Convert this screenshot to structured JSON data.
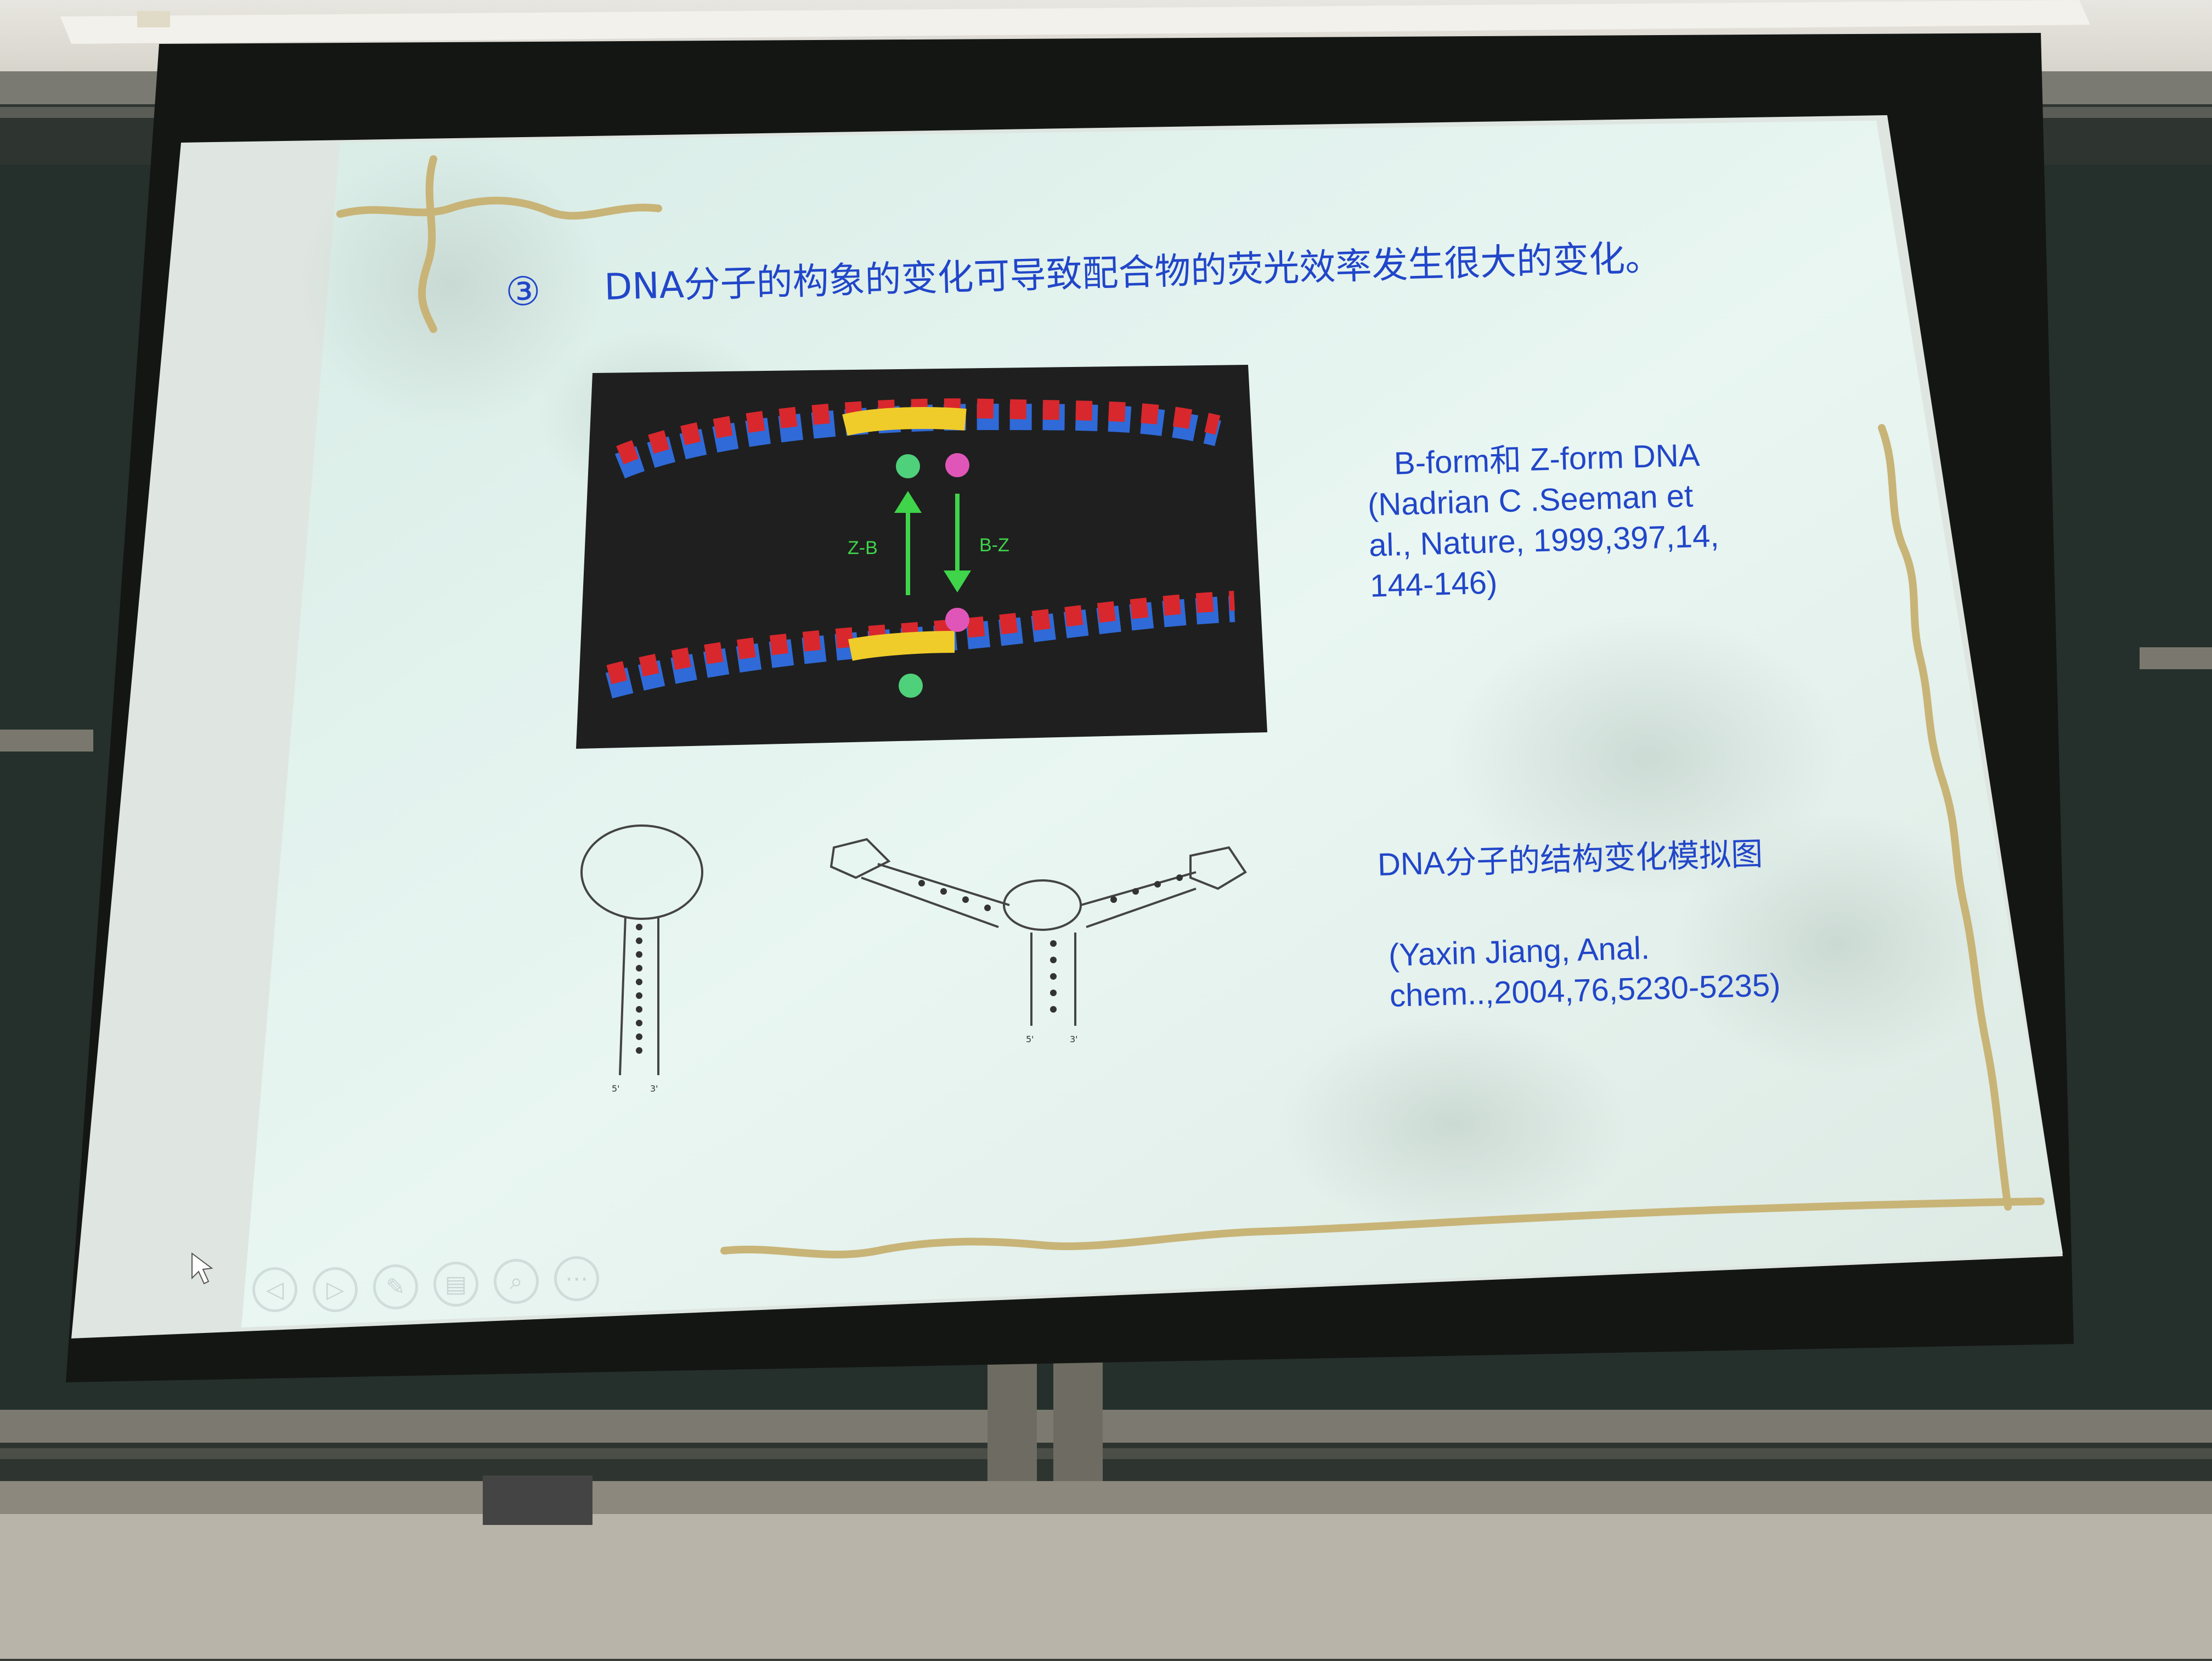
{
  "slide": {
    "title_number": "③",
    "title": "DNA分子的构象的变化可导致配合物的荧光效率发生很大的变化。",
    "figure1": {
      "label_left": "Z-B",
      "label_right": "B-Z"
    },
    "figure1_caption": [
      "B-form和 Z-form DNA",
      "(Nadrian C .Seeman et",
      "al., Nature, 1999,397,14,",
      "144-146)"
    ],
    "figure2": {
      "hairpin_ends": [
        "5'",
        "3'"
      ],
      "threeway_ends": [
        "5'",
        "3'"
      ]
    },
    "figure2_caption": "DNA分子的结构变化模拟图",
    "figure2_citation": [
      "(Yaxin Jiang, Anal.",
      "chem..,2004,76,5230-5235)"
    ]
  },
  "controls": [
    {
      "name": "prev-slide-icon",
      "glyph": "◁"
    },
    {
      "name": "next-slide-icon",
      "glyph": "▷"
    },
    {
      "name": "pen-icon",
      "glyph": "✎"
    },
    {
      "name": "slides-icon",
      "glyph": "▤"
    },
    {
      "name": "zoom-icon",
      "glyph": "⌕"
    },
    {
      "name": "more-icon",
      "glyph": "⋯"
    }
  ],
  "colors": {
    "slide_bg": "#e6f4f0",
    "text_blue": "#2146c9",
    "border_vine": "#c9b67a",
    "figure_bg": "#1f1f1f",
    "helix_blue": "#2f6ad8",
    "helix_red": "#d8282d",
    "helix_yellow": "#f0cc2a",
    "arrow_green": "#3fd44a"
  }
}
